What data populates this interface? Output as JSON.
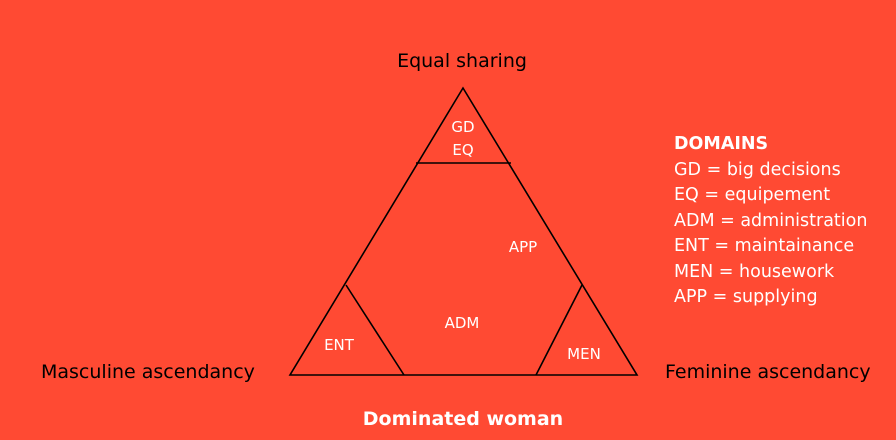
{
  "diagram": {
    "top_label": "Equal sharing",
    "left_label": "Masculine ascendancy",
    "right_label": "Feminine ascendancy",
    "bottom_label": "Dominated woman",
    "zones": {
      "top_line1": "GD",
      "top_line2": "EQ",
      "center_upper": "APP",
      "center_lower": "ADM",
      "left_corner": "ENT",
      "right_corner": "MEN"
    }
  },
  "legend": {
    "title": "DOMAINS",
    "items": [
      "GD = big decisions",
      "EQ = equipement",
      "ADM = administration",
      "ENT = maintainance",
      "MEN = housework",
      "APP = supplying"
    ]
  },
  "colors": {
    "background": "#ff4a33",
    "lines": "#000000",
    "inner_text": "#ffffff"
  }
}
